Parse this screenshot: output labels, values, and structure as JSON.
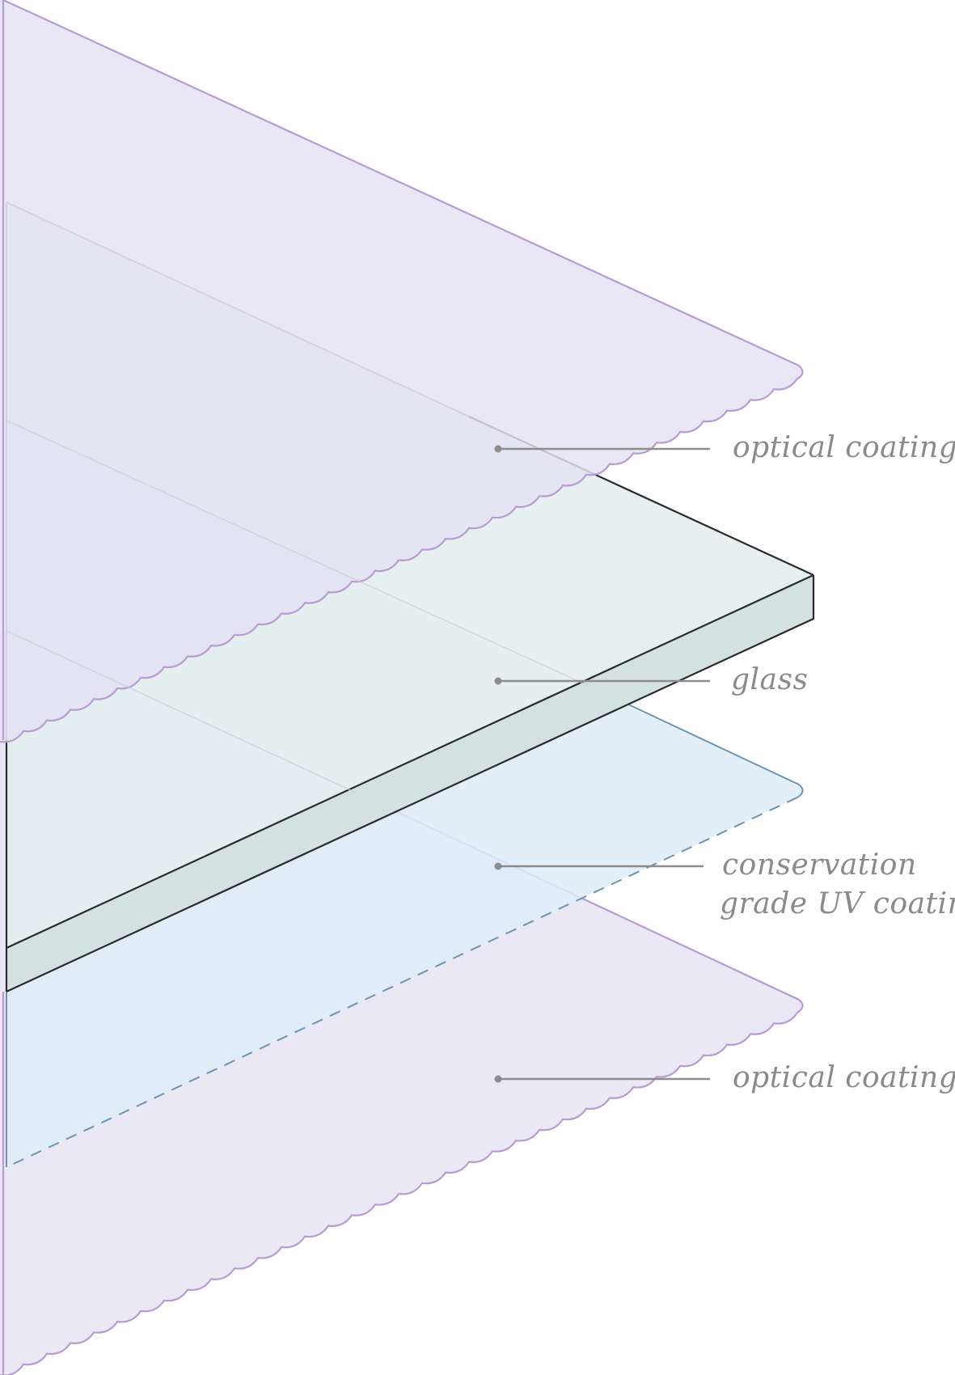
{
  "layers": [
    {
      "id": "optical-coating-top",
      "label": "optical coating",
      "fill": "#e9e6f5",
      "stroke": "#b79bd3"
    },
    {
      "id": "glass",
      "label": "glass",
      "fill": "#e3eeee",
      "edge_fill": "#d3e2e1",
      "stroke": "#2a2a2a"
    },
    {
      "id": "uv-coating",
      "label_lines": [
        "conservation",
        "grade UV coating"
      ],
      "fill": "#deecf7",
      "stroke": "#6f93b3"
    },
    {
      "id": "optical-coating-bottom",
      "label": "optical coating",
      "fill": "#e9e6f5",
      "stroke": "#b79bd3"
    }
  ],
  "leader_color": "#8c8c8c",
  "label_color": "#8a8a8a"
}
